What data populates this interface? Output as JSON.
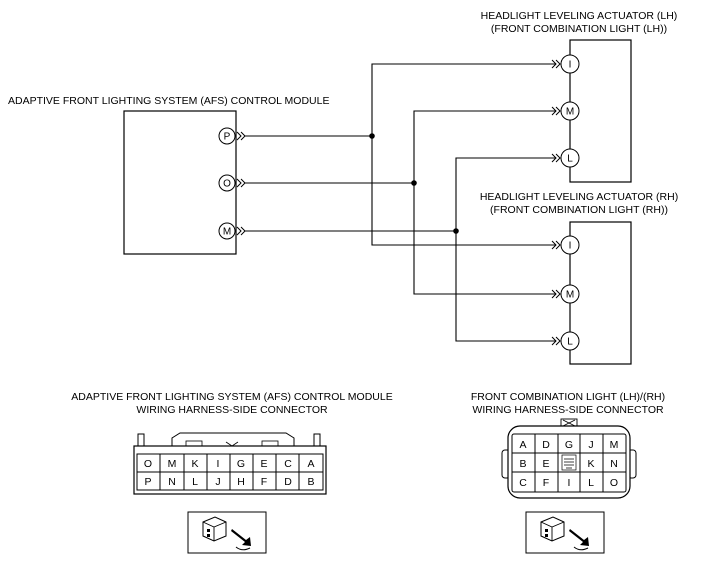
{
  "afs_module": {
    "title": "ADAPTIVE FRONT LIGHTING SYSTEM (AFS) CONTROL MODULE",
    "pins": [
      "P",
      "O",
      "M"
    ]
  },
  "actuator_lh": {
    "title_line1": "HEADLIGHT LEVELING ACTUATOR (LH)",
    "title_line2": "(FRONT COMBINATION LIGHT (LH))",
    "pins": [
      "I",
      "M",
      "L"
    ]
  },
  "actuator_rh": {
    "title_line1": "HEADLIGHT LEVELING ACTUATOR (RH)",
    "title_line2": "(FRONT COMBINATION LIGHT (RH))",
    "pins": [
      "I",
      "M",
      "L"
    ]
  },
  "afs_connector": {
    "title_line1": "ADAPTIVE FRONT LIGHTING SYSTEM (AFS) CONTROL MODULE",
    "title_line2": "WIRING HARNESS-SIDE CONNECTOR",
    "row1": [
      "O",
      "M",
      "K",
      "I",
      "G",
      "E",
      "C",
      "A"
    ],
    "row2": [
      "P",
      "N",
      "L",
      "J",
      "H",
      "F",
      "D",
      "B"
    ]
  },
  "fcl_connector": {
    "title_line1": "FRONT COMBINATION LIGHT (LH)/(RH)",
    "title_line2": "WIRING HARNESS-SIDE CONNECTOR",
    "row1": [
      "A",
      "D",
      "G",
      "J",
      "M"
    ],
    "row2": [
      "B",
      "E",
      "",
      "K",
      "N"
    ],
    "row3": [
      "C",
      "F",
      "I",
      "L",
      "O"
    ]
  }
}
